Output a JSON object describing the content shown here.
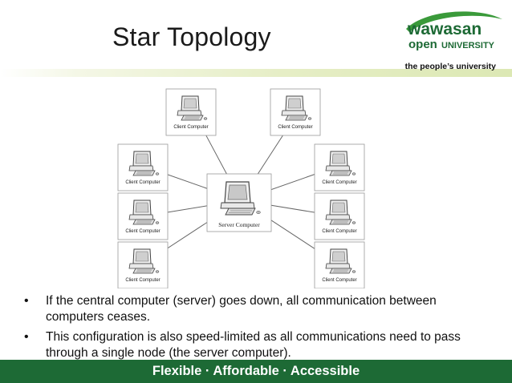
{
  "slide": {
    "title": "Star Topology"
  },
  "logo": {
    "word1": "wawasan",
    "word2": "open",
    "word3": "UNIVERSITY",
    "tagline": "the people’s university"
  },
  "diagram": {
    "server_label": "Server Computer",
    "client_label": "Client Computer"
  },
  "bullets": [
    "If the central computer (server) goes down, all communication between computers ceases.",
    "This configuration is also speed-limited as all communications need to pass through a single node (the server computer)."
  ],
  "footer": {
    "text": "Flexible · Affordable · Accessible"
  },
  "colors": {
    "brand_green": "#1d6a35",
    "logo_green": "#3a9a3a"
  }
}
